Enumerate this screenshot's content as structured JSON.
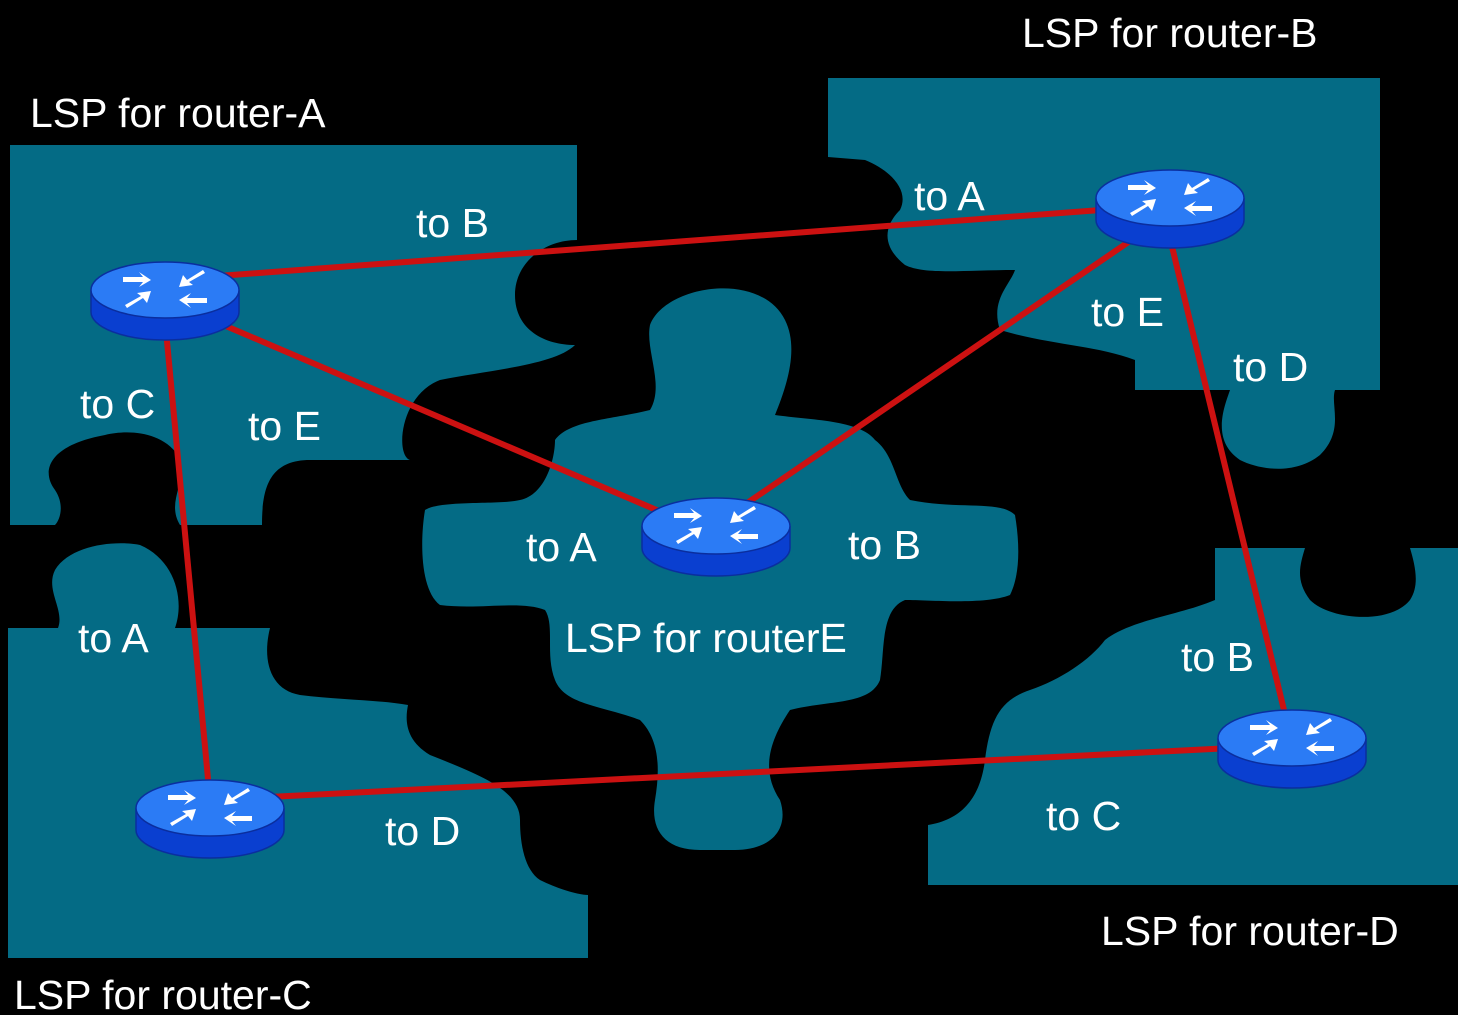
{
  "colors": {
    "background": "#000000",
    "piece": "#046B85",
    "link": "#CC1111",
    "router_top": "#2B7BF5",
    "router_side": "#0A3FD0",
    "text": "#FFFFFF"
  },
  "icons": {
    "router": "router-icon"
  },
  "pieces": {
    "a": {
      "title": "LSP for router-A",
      "labels": [
        "to B",
        "to C",
        "to E"
      ]
    },
    "b": {
      "title": "LSP for router-B",
      "labels": [
        "to A",
        "to E",
        "to D"
      ]
    },
    "c": {
      "title": "LSP for router-C",
      "labels": [
        "to A",
        "to D"
      ]
    },
    "d": {
      "title": "LSP for router-D",
      "labels": [
        "to B",
        "to C"
      ]
    },
    "e": {
      "title": "LSP for routerE",
      "labels": [
        "to A",
        "to B"
      ]
    }
  },
  "routers": [
    "A",
    "B",
    "C",
    "D",
    "E"
  ],
  "links": [
    [
      "A",
      "B"
    ],
    [
      "A",
      "E"
    ],
    [
      "A",
      "C"
    ],
    [
      "B",
      "E"
    ],
    [
      "B",
      "D"
    ],
    [
      "C",
      "D"
    ]
  ]
}
